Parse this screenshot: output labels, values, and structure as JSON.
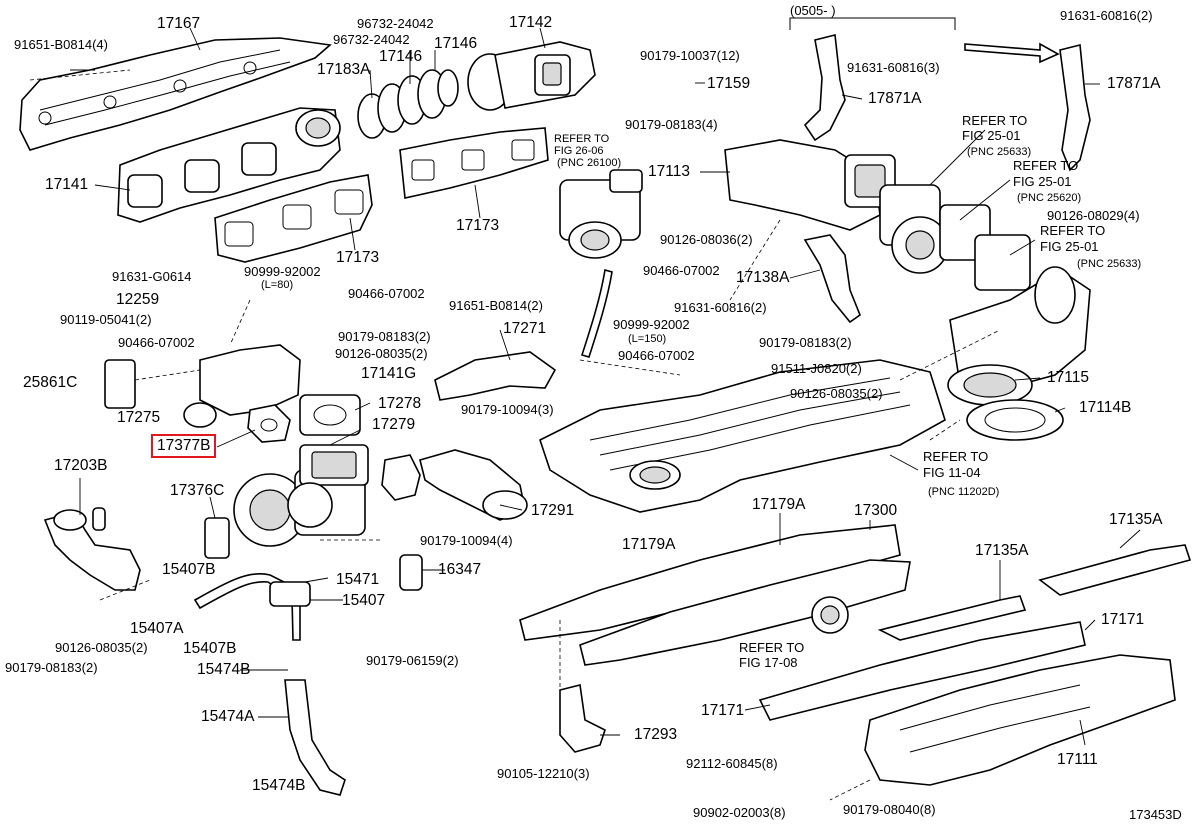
{
  "diagram": {
    "corner_code": "173453D",
    "highlighted_part": "17377B",
    "parts": [
      {
        "id": "p_17167",
        "text": "17167"
      },
      {
        "id": "p_91651_b0814_4",
        "text": "91651-B0814(4)"
      },
      {
        "id": "p_96732_24042_a",
        "text": "96732-24042"
      },
      {
        "id": "p_96732_24042_b",
        "text": "96732-24042"
      },
      {
        "id": "p_17146_a",
        "text": "17146"
      },
      {
        "id": "p_17146_b",
        "text": "17146"
      },
      {
        "id": "p_17183a",
        "text": "17183A"
      },
      {
        "id": "p_17142",
        "text": "17142"
      },
      {
        "id": "p_0505",
        "text": "(0505-      )"
      },
      {
        "id": "p_91631_60816_2_top",
        "text": "91631-60816(2)"
      },
      {
        "id": "p_90179_10037_12",
        "text": "90179-10037(12)"
      },
      {
        "id": "p_17159",
        "text": "17159"
      },
      {
        "id": "p_91631_60816_3",
        "text": "91631-60816(3)"
      },
      {
        "id": "p_17871a_a",
        "text": "17871A"
      },
      {
        "id": "p_17871a_b",
        "text": "17871A"
      },
      {
        "id": "p_refer_2606",
        "text": "REFER TO"
      },
      {
        "id": "p_fig_2606",
        "text": "FIG 26-06"
      },
      {
        "id": "p_pnc_26100",
        "text": "(PNC 26100)"
      },
      {
        "id": "p_90179_08183_4",
        "text": "90179-08183(4)"
      },
      {
        "id": "p_refer_2501a",
        "text": "REFER TO"
      },
      {
        "id": "p_fig_2501a",
        "text": "FIG 25-01"
      },
      {
        "id": "p_pnc_25633a",
        "text": "(PNC 25633)"
      },
      {
        "id": "p_17141",
        "text": "17141"
      },
      {
        "id": "p_17113",
        "text": "17113"
      },
      {
        "id": "p_refer_2501b",
        "text": "REFER TO"
      },
      {
        "id": "p_fig_2501b",
        "text": "FIG 25-01"
      },
      {
        "id": "p_pnc_25620",
        "text": "(PNC 25620)"
      },
      {
        "id": "p_90126_08029_4",
        "text": "90126-08029(4)"
      },
      {
        "id": "p_17173_a",
        "text": "17173"
      },
      {
        "id": "p_17173_b",
        "text": "17173"
      },
      {
        "id": "p_90126_08036_2",
        "text": "90126-08036(2)"
      },
      {
        "id": "p_refer_2501c",
        "text": "REFER TO"
      },
      {
        "id": "p_fig_2501c",
        "text": "FIG 25-01"
      },
      {
        "id": "p_pnc_25633b",
        "text": "(PNC 25633)"
      },
      {
        "id": "p_91631_g0614",
        "text": "91631-G0614"
      },
      {
        "id": "p_90999_92002_a",
        "text": "90999-92002"
      },
      {
        "id": "p_l80",
        "text": "(L=80)"
      },
      {
        "id": "p_90466_07002_a",
        "text": "90466-07002"
      },
      {
        "id": "p_17138a",
        "text": "17138A"
      },
      {
        "id": "p_12259",
        "text": "12259"
      },
      {
        "id": "p_90466_07002_b",
        "text": "90466-07002"
      },
      {
        "id": "p_91651_b0814_2",
        "text": "91651-B0814(2)"
      },
      {
        "id": "p_91631_60816_2_mid",
        "text": "91631-60816(2)"
      },
      {
        "id": "p_90119_05041_2",
        "text": "90119-05041(2)"
      },
      {
        "id": "p_17271",
        "text": "17271"
      },
      {
        "id": "p_90999_92002_b",
        "text": "90999-92002"
      },
      {
        "id": "p_l150",
        "text": "(L=150)"
      },
      {
        "id": "p_90179_08183_2_a",
        "text": "90179-08183(2)"
      },
      {
        "id": "p_90179_08183_2_b",
        "text": "90179-08183(2)"
      },
      {
        "id": "p_90466_07002_c",
        "text": "90466-07002"
      },
      {
        "id": "p_90466_07002_d",
        "text": "90466-07002"
      },
      {
        "id": "p_90126_08035_2_a",
        "text": "90126-08035(2)"
      },
      {
        "id": "p_91511_j0820_2",
        "text": "91511-J0820(2)"
      },
      {
        "id": "p_25861c",
        "text": "25861C"
      },
      {
        "id": "p_17141g",
        "text": "17141G"
      },
      {
        "id": "p_90126_08035_2_b",
        "text": "90126-08035(2)"
      },
      {
        "id": "p_17115",
        "text": "17115"
      },
      {
        "id": "p_17278",
        "text": "17278"
      },
      {
        "id": "p_17275",
        "text": "17275"
      },
      {
        "id": "p_90179_10094_3",
        "text": "90179-10094(3)"
      },
      {
        "id": "p_17114b",
        "text": "17114B"
      },
      {
        "id": "p_17377b",
        "text": "17377B"
      },
      {
        "id": "p_17279",
        "text": "17279"
      },
      {
        "id": "p_refer_1104",
        "text": "REFER TO"
      },
      {
        "id": "p_fig_1104",
        "text": "FIG 11-04"
      },
      {
        "id": "p_pnc_11202d",
        "text": "(PNC 11202D)"
      },
      {
        "id": "p_17203b",
        "text": "17203B"
      },
      {
        "id": "p_17376c",
        "text": "17376C"
      },
      {
        "id": "p_17291",
        "text": "17291"
      },
      {
        "id": "p_17179a_a",
        "text": "17179A"
      },
      {
        "id": "p_17300",
        "text": "17300"
      },
      {
        "id": "p_17135a_a",
        "text": "17135A"
      },
      {
        "id": "p_17179a_b",
        "text": "17179A"
      },
      {
        "id": "p_17135a_b",
        "text": "17135A"
      },
      {
        "id": "p_90179_10094_4",
        "text": "90179-10094(4)"
      },
      {
        "id": "p_16347",
        "text": "16347"
      },
      {
        "id": "p_15407b_a",
        "text": "15407B"
      },
      {
        "id": "p_15471",
        "text": "15471"
      },
      {
        "id": "p_15407",
        "text": "15407"
      },
      {
        "id": "p_15407a",
        "text": "15407A"
      },
      {
        "id": "p_15407b_b",
        "text": "15407B"
      },
      {
        "id": "p_17171_a",
        "text": "17171"
      },
      {
        "id": "p_90126_08035_2_c",
        "text": "90126-08035(2)"
      },
      {
        "id": "p_refer_1708",
        "text": "REFER TO"
      },
      {
        "id": "p_fig_1708",
        "text": "FIG 17-08"
      },
      {
        "id": "p_90179_08183_2_c",
        "text": "90179-08183(2)"
      },
      {
        "id": "p_90179_06159_2",
        "text": "90179-06159(2)"
      },
      {
        "id": "p_15474b_a",
        "text": "15474B"
      },
      {
        "id": "p_15474a",
        "text": "15474A"
      },
      {
        "id": "p_17171_b",
        "text": "17171"
      },
      {
        "id": "p_17293",
        "text": "17293"
      },
      {
        "id": "p_17111",
        "text": "17111"
      },
      {
        "id": "p_92112_60845_8",
        "text": "92112-60845(8)"
      },
      {
        "id": "p_90105_12210_3",
        "text": "90105-12210(3)"
      },
      {
        "id": "p_15474b_b",
        "text": "15474B"
      },
      {
        "id": "p_90902_02003_8",
        "text": "90902-02003(8)"
      },
      {
        "id": "p_90179_08040_8",
        "text": "90179-08040(8)"
      }
    ]
  }
}
